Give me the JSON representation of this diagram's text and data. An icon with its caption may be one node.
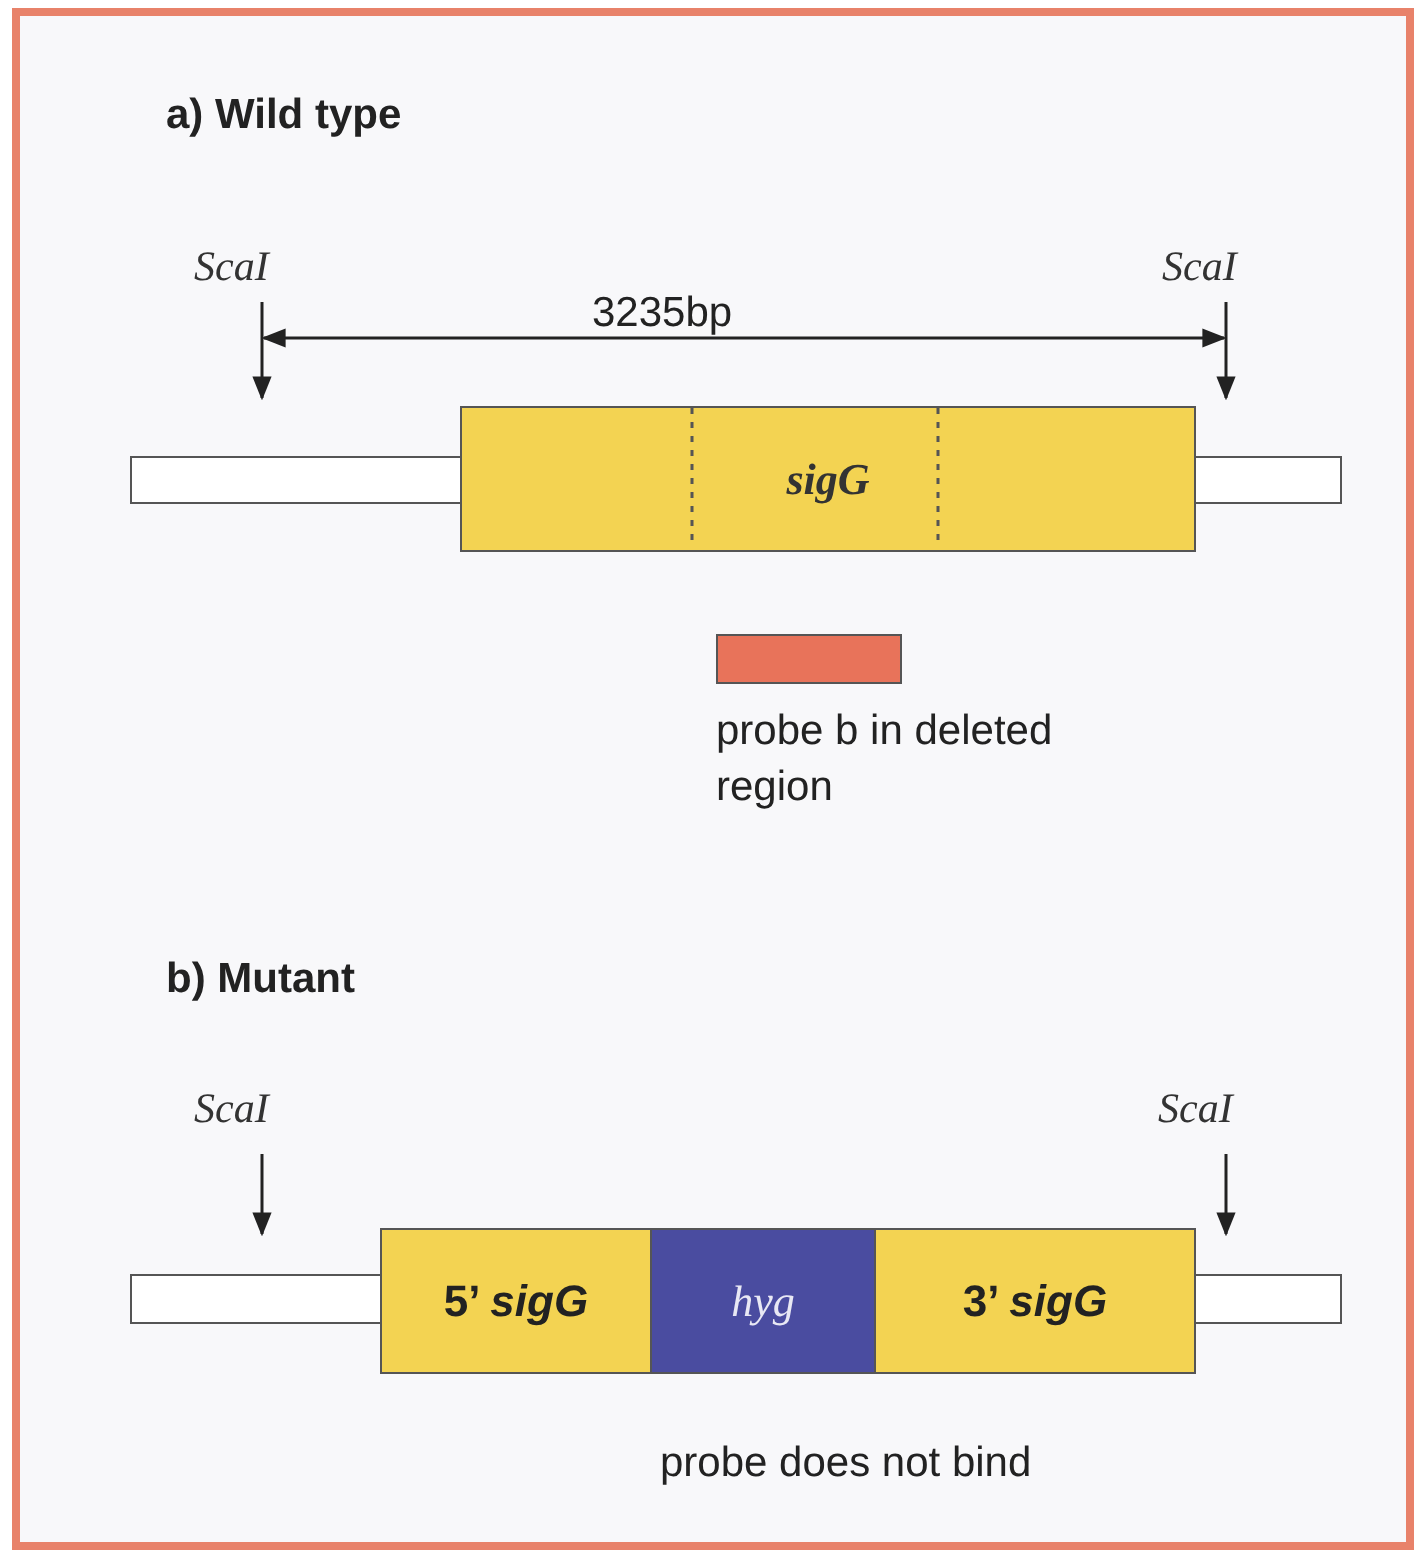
{
  "diagram": {
    "nodes": [
      {
        "text": [],
        "shape": "bar"
      },
      {
        "text": [
          "sigG"
        ]
      },
      {
        "text": [],
        "shape": "bar"
      },
      {
        "text": [],
        "shape": "bar",
        "beside": [
          "probe b in deleted region"
        ]
      },
      {
        "text": [],
        "shape": "bar"
      },
      {
        "text": [
          "5’ *sigG*"
        ]
      },
      {
        "text": [
          "hyg"
        ]
      },
      {
        "text": [
          "3’ *sigG*"
        ]
      },
      {
        "text": [],
        "shape": "bar"
      }
    ],
    "labels": [
      "a) Wild type",
      "ScaI",
      "ScaI",
      "3235bp",
      "b) Mutant",
      "ScaI",
      "ScaI",
      "probe does not bind"
    ]
  }
}
